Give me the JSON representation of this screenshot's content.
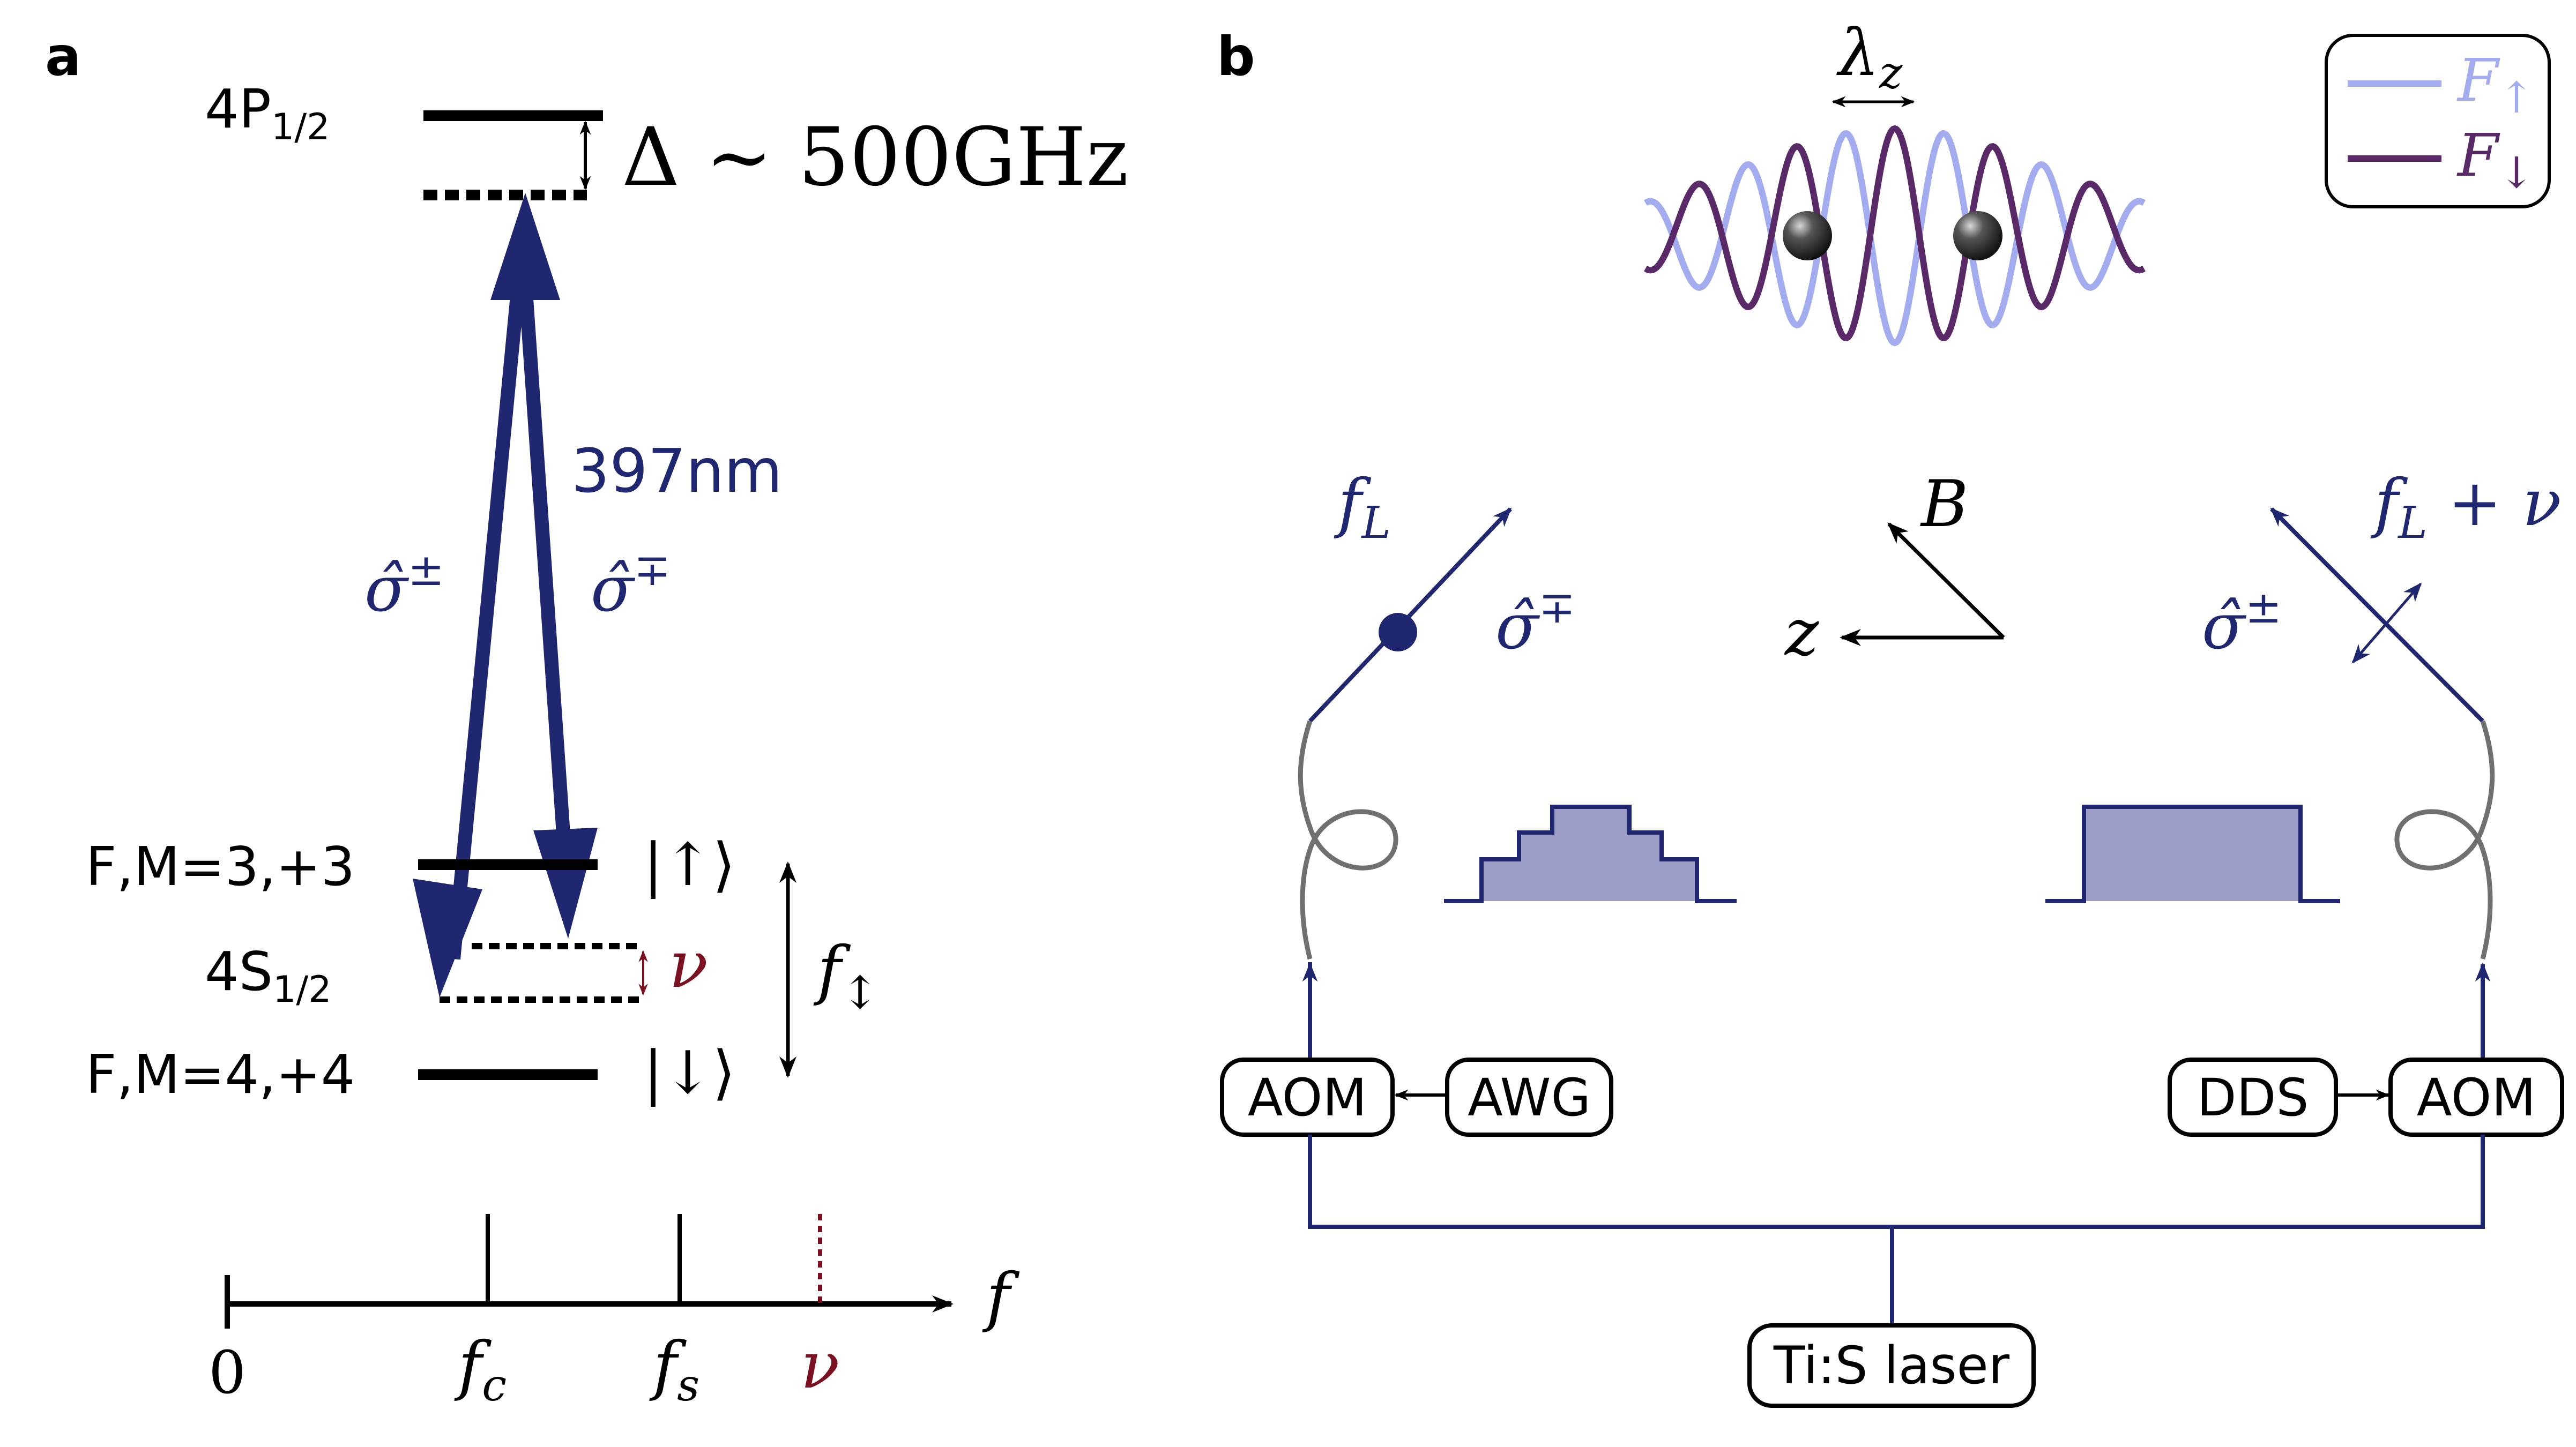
{
  "panel_a": {
    "label": "a",
    "level_4p_main": "4P",
    "level_4p_sub": "1/2",
    "detuning": "Δ ∼ 500GHz",
    "wavelength": "397nm",
    "sigma_pm_base": "σ̂",
    "sigma_pm_sup": "±",
    "sigma_mp_base": "σ̂",
    "sigma_mp_sup": "∓",
    "upper_ground": "F,M=3,+3",
    "lower_ground": "F,M=4,+4",
    "level_4s_main": "4S",
    "level_4s_sub": "1/2",
    "ket_up": "|↑⟩",
    "ket_down": "|↓⟩",
    "nu": "ν",
    "f_split_base": "f",
    "f_split_sub": "↕",
    "axis": {
      "zero": "0",
      "f_label": "f",
      "fc_base": "f",
      "fc_sub": "c",
      "fs_base": "f",
      "fs_sub": "s",
      "nu": "ν"
    }
  },
  "panel_b": {
    "label": "b",
    "lambda_base": "λ",
    "lambda_sub": "z",
    "legend_up_base": "F",
    "legend_up_sub": "↑",
    "legend_down_base": "F",
    "legend_down_sub": "↓",
    "fL_base": "f",
    "fL_sub": "L",
    "fLnu_base": "f",
    "fLnu_sub": "L",
    "fLnu_rest": " + ν",
    "sigma_left_base": "σ̂",
    "sigma_left_sup": "∓",
    "sigma_right_base": "σ̂",
    "sigma_right_sup": "±",
    "B": "B",
    "z": "z",
    "aom_left": "AOM",
    "awg": "AWG",
    "dds": "DDS",
    "aom_right": "AOM",
    "laser": "Ti:S laser"
  },
  "colors": {
    "beam": "#1f2770",
    "nu": "#7a1020",
    "f_up": "#a3acef",
    "f_down": "#5a2a68",
    "pulse_fill": "#9b9dc6",
    "fiber": "#707070"
  }
}
